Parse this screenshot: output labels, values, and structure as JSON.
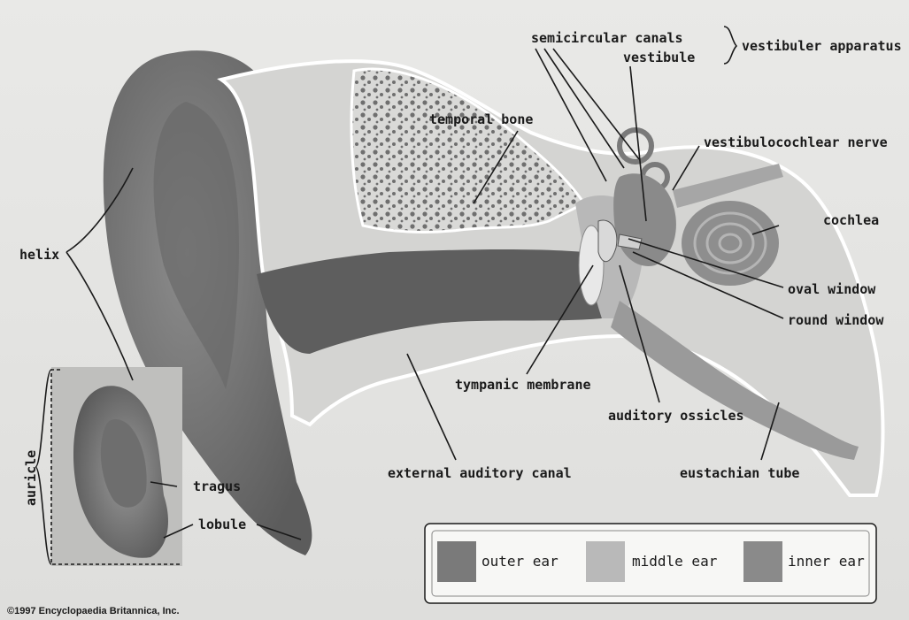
{
  "labels": {
    "semicircular_canals": "semicircular canals",
    "vestibule": "vestibule",
    "vestibular_apparatus": "vestibuler apparatus",
    "temporal_bone": "temporal bone",
    "vestibulocochlear_nerve": "vestibulocochlear nerve",
    "cochlea": "cochlea",
    "helix": "helix",
    "oval_window": "oval window",
    "round_window": "round window",
    "tympanic_membrane": "tympanic membrane",
    "auditory_ossicles": "auditory ossicles",
    "auricle": "auricle",
    "tragus": "tragus",
    "external_auditory_canal": "external auditory canal",
    "eustachian_tube": "eustachian tube",
    "lobule": "lobule"
  },
  "legend": {
    "items": [
      {
        "label": "outer ear",
        "color": "#7a7a7a"
      },
      {
        "label": "middle ear",
        "color": "#b9b9b9"
      },
      {
        "label": "inner ear",
        "color": "#8a8a8a"
      }
    ]
  },
  "copyright": "©1997 Encyclopaedia Britannica, Inc.",
  "colors": {
    "outer_ear": "#7a7a7a",
    "middle_ear": "#b9b9b9",
    "inner_ear": "#8a8a8a",
    "bone": "#d7d7d5",
    "line": "#1a1a1a"
  }
}
